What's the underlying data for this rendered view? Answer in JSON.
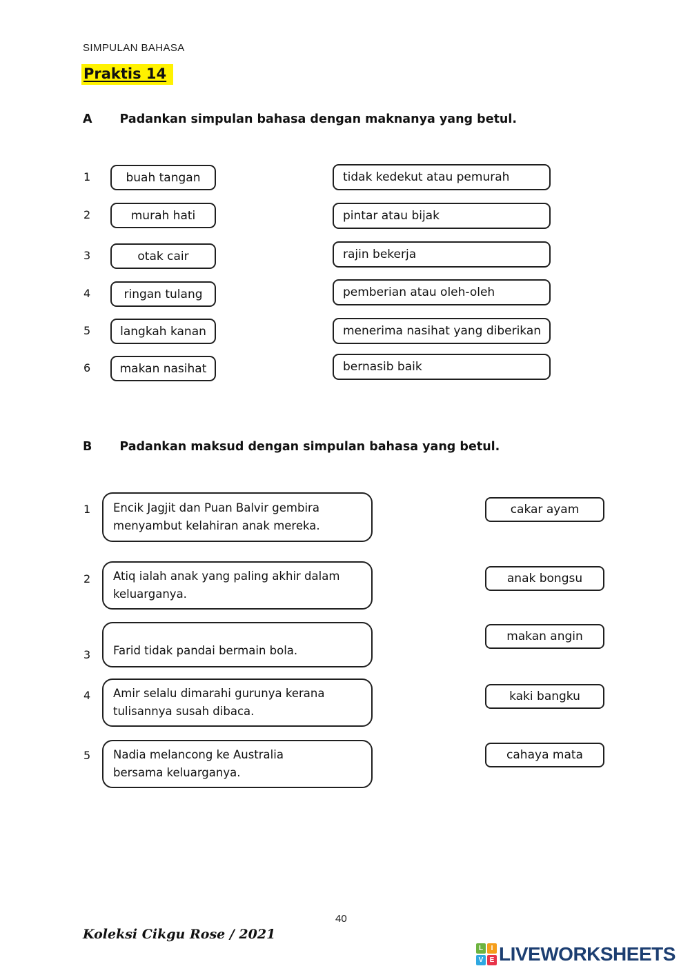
{
  "header": {
    "doc_title": "SIMPULAN BAHASA",
    "practice_label": "Praktis 14"
  },
  "section_a": {
    "label": "A",
    "instruction": "Padankan simpulan bahasa dengan maknanya yang betul.",
    "items": [
      {
        "num": "1",
        "idiom": "buah tangan",
        "meaning": "tidak kedekut atau pemurah"
      },
      {
        "num": "2",
        "idiom": "murah hati",
        "meaning": "pintar atau bijak"
      },
      {
        "num": "3",
        "idiom": "otak cair",
        "meaning": "rajin bekerja"
      },
      {
        "num": "4",
        "idiom": "ringan tulang",
        "meaning": "pemberian atau oleh-oleh"
      },
      {
        "num": "5",
        "idiom": "langkah kanan",
        "meaning": "menerima nasihat yang diberikan"
      },
      {
        "num": "6",
        "idiom": "makan nasihat",
        "meaning": "bernasib baik"
      }
    ]
  },
  "section_b": {
    "label": "B",
    "instruction": "Padankan maksud dengan simpulan bahasa yang betul.",
    "items": [
      {
        "num": "1",
        "sentence": "Encik Jagjit dan Puan Balvir gembira\nmenyambut kelahiran anak mereka.",
        "idiom": "cakar ayam"
      },
      {
        "num": "2",
        "sentence": "Atiq ialah anak yang paling akhir dalam\nkeluarganya.",
        "idiom": "anak bongsu"
      },
      {
        "num": "3",
        "sentence": "Farid tidak pandai bermain bola.",
        "idiom": "makan angin"
      },
      {
        "num": "4",
        "sentence": "Amir selalu dimarahi gurunya kerana\ntulisannya susah dibaca.",
        "idiom": "kaki bangku"
      },
      {
        "num": "5",
        "sentence": "Nadia melancong ke Australia\nbersama keluarganya.",
        "idiom": "cahaya mata"
      }
    ]
  },
  "footer": {
    "page_number": "40",
    "credit": "Koleksi Cikgu Rose / 2021",
    "logo": {
      "text": "LIVEWORKSHEETS",
      "text_color": "#1c3e71",
      "squares": [
        {
          "letter": "L",
          "color": "#6db33f"
        },
        {
          "letter": "I",
          "color": "#f59e1b"
        },
        {
          "letter": "V",
          "color": "#2fa8e1"
        },
        {
          "letter": "E",
          "color": "#e8344a"
        }
      ]
    }
  },
  "colors": {
    "highlight_yellow": "#fff200",
    "box_border": "#1f1f1f"
  }
}
